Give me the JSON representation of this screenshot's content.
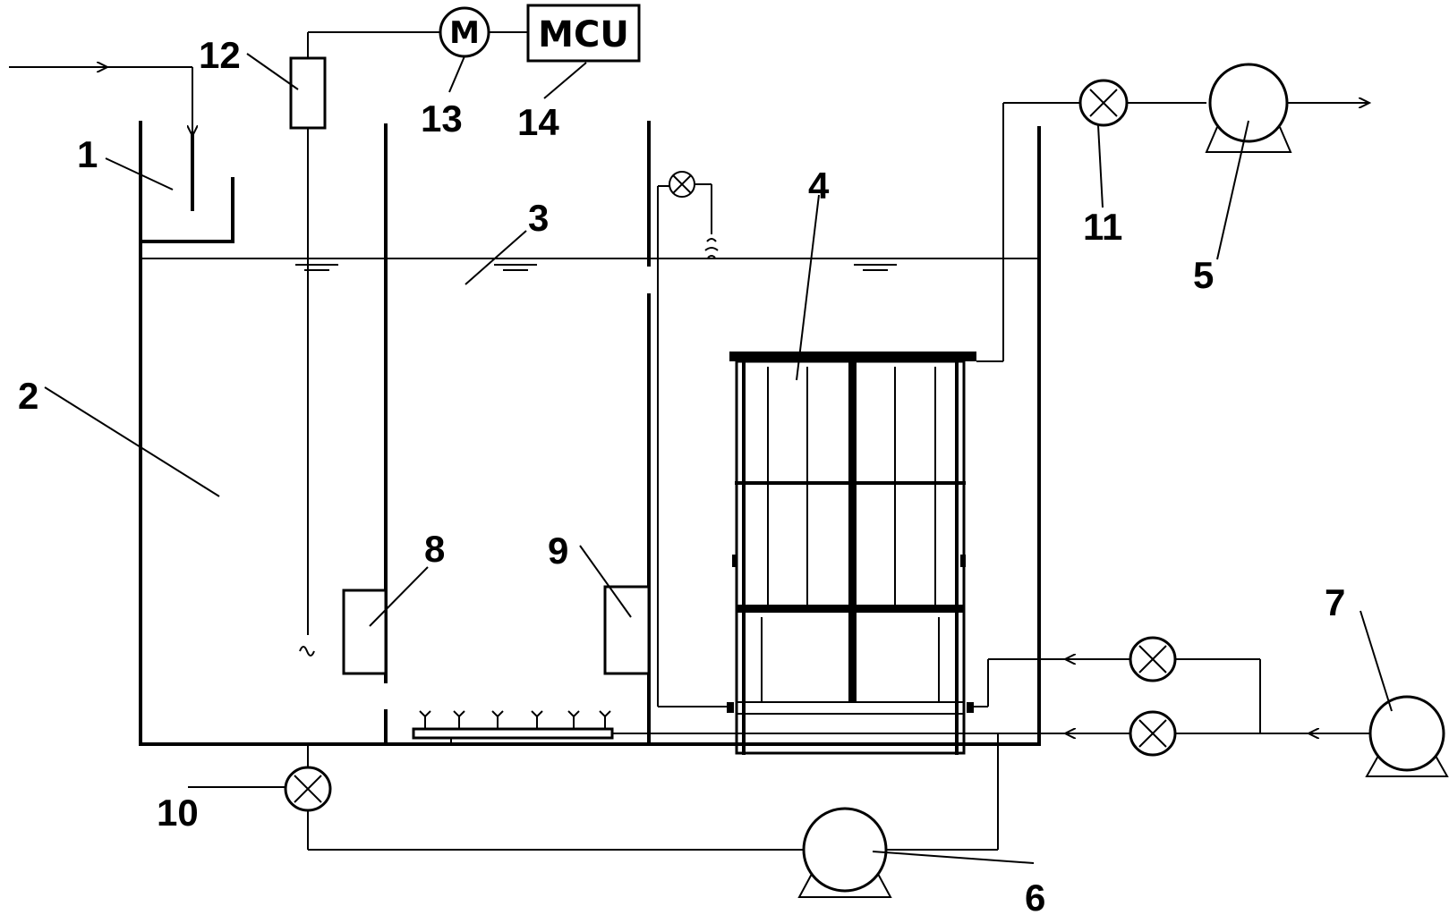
{
  "diagram": {
    "controller_label": "MCU",
    "motor_label": "M",
    "labels": {
      "l1": "1",
      "l2": "2",
      "l3": "3",
      "l4": "4",
      "l5": "5",
      "l6": "6",
      "l7": "7",
      "l8": "8",
      "l9": "9",
      "l10": "10",
      "l11": "11",
      "l12": "12",
      "l13": "13",
      "l14": "14"
    }
  }
}
